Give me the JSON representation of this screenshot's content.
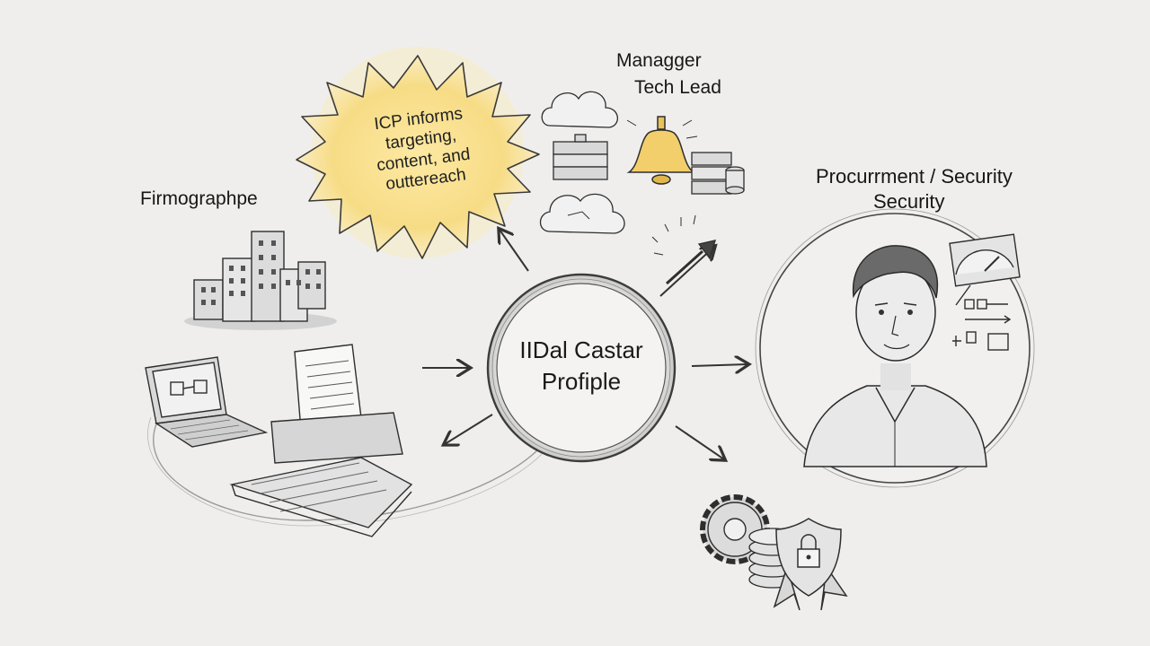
{
  "center": {
    "line1": "IIDal Castar",
    "line2": "Profiple"
  },
  "callout": {
    "lines": [
      "ICP informs",
      "targeting,",
      "content, and",
      "outtereach"
    ]
  },
  "labels": {
    "firmographic": "Firmographpe",
    "manager_line1": "Managger",
    "manager_line2": "Tech Lead",
    "procurement_line1": "Procurrment / Security",
    "procurement_line2": "Security"
  },
  "colors": {
    "background": "#efeeec",
    "ink": "#2a2a2a",
    "burst_fill": "#f6df8f",
    "burst_glow": "#fbefc4"
  },
  "icons": [
    "buildings-icon",
    "laptop-icon",
    "document-icon",
    "keyboard-icon",
    "cloud-icon",
    "server-stack-icon",
    "bell-icon",
    "database-icon",
    "arrow-icon",
    "gauge-icon",
    "checklist-icon",
    "person-icon",
    "gear-icon",
    "coins-icon",
    "shield-lock-icon"
  ]
}
